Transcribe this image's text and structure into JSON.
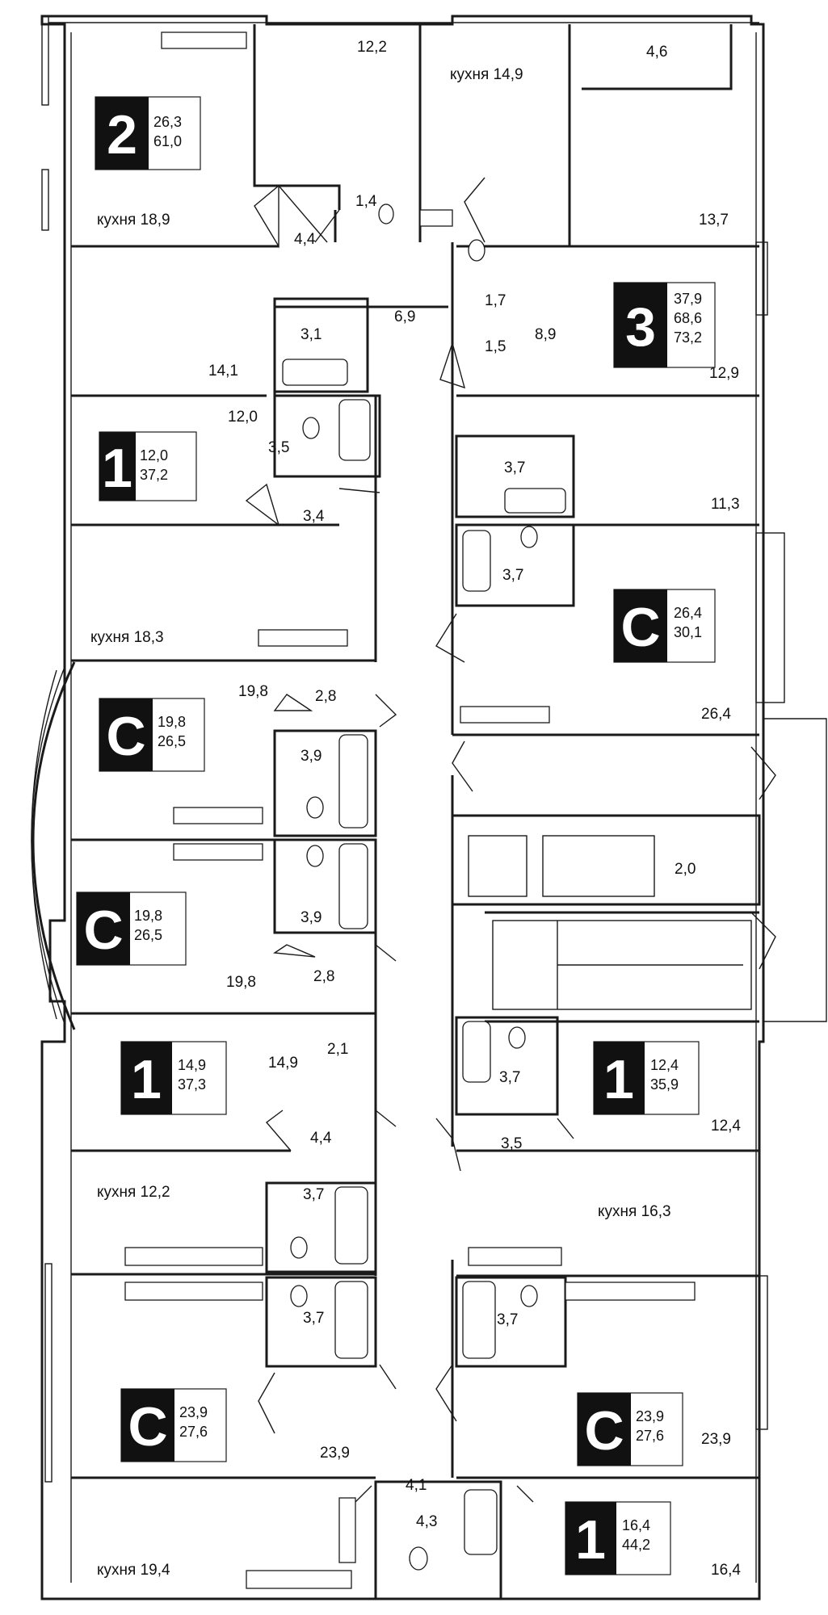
{
  "floor_plan": {
    "apartments": [
      {
        "id": "apt-2",
        "type": "2",
        "areas": [
          "26,3",
          "61,0"
        ]
      },
      {
        "id": "apt-3",
        "type": "3",
        "areas": [
          "37,9",
          "68,6",
          "73,2"
        ]
      },
      {
        "id": "apt-1-a",
        "type": "1",
        "areas": [
          "12,0",
          "37,2"
        ]
      },
      {
        "id": "apt-studio-a",
        "type": "C",
        "areas": [
          "26,4",
          "30,1"
        ]
      },
      {
        "id": "apt-studio-b",
        "type": "C",
        "areas": [
          "19,8",
          "26,5"
        ]
      },
      {
        "id": "apt-studio-c",
        "type": "C",
        "areas": [
          "19,8",
          "26,5"
        ]
      },
      {
        "id": "apt-1-b",
        "type": "1",
        "areas": [
          "14,9",
          "37,3"
        ]
      },
      {
        "id": "apt-1-c",
        "type": "1",
        "areas": [
          "12,4",
          "35,9"
        ]
      },
      {
        "id": "apt-studio-d",
        "type": "C",
        "areas": [
          "23,9",
          "27,6"
        ]
      },
      {
        "id": "apt-studio-e",
        "type": "C",
        "areas": [
          "23,9",
          "27,6"
        ]
      },
      {
        "id": "apt-1-d",
        "type": "1",
        "areas": [
          "16,4",
          "44,2"
        ]
      }
    ],
    "rooms": [
      "12,2",
      "4,6",
      "кухня 14,9",
      "1,4",
      "13,7",
      "кухня 18,9",
      "4,4",
      "1,7",
      "6,9",
      "3,1",
      "8,9",
      "1,5",
      "14,1",
      "12,9",
      "12,0",
      "3,5",
      "3,7",
      "3,4",
      "11,3",
      "3,7",
      "кухня 18,3",
      "19,8",
      "2,8",
      "26,4",
      "3,9",
      "2,0",
      "3,9",
      "19,8",
      "2,8",
      "14,9",
      "2,1",
      "3,7",
      "4,4",
      "3,5",
      "12,4",
      "кухня 12,2",
      "3,7",
      "кухня 16,3",
      "3,7",
      "3,7",
      "23,9",
      "23,9",
      "4,1",
      "4,3",
      "кухня 19,4",
      "16,4"
    ]
  }
}
